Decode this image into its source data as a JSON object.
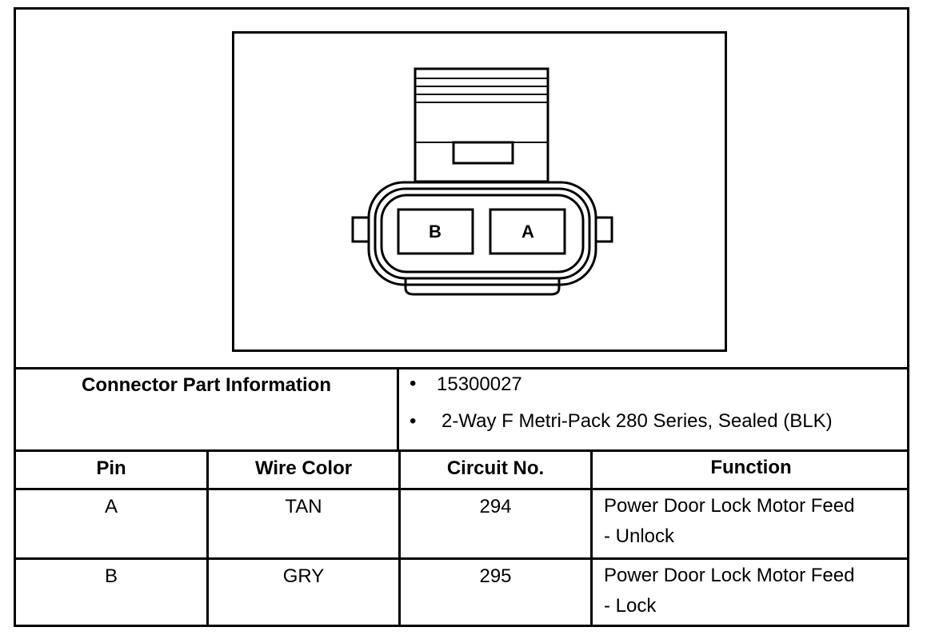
{
  "connector": {
    "pin_labels": [
      "B",
      "A"
    ]
  },
  "info": {
    "label": "Connector Part Information",
    "bullet": "•",
    "items": [
      "15300027",
      "2-Way F Metri-Pack 280 Series, Sealed (BLK)"
    ]
  },
  "table": {
    "headers": [
      "Pin",
      "Wire Color",
      "Circuit No.",
      "Function"
    ],
    "rows": [
      {
        "pin": "A",
        "wire_color": "TAN",
        "circuit": "294",
        "function_line1": "Power Door Lock Motor Feed",
        "function_line2": "- Unlock"
      },
      {
        "pin": "B",
        "wire_color": "GRY",
        "circuit": "295",
        "function_line1": "Power Door Lock Motor Feed",
        "function_line2": "- Lock"
      }
    ]
  }
}
